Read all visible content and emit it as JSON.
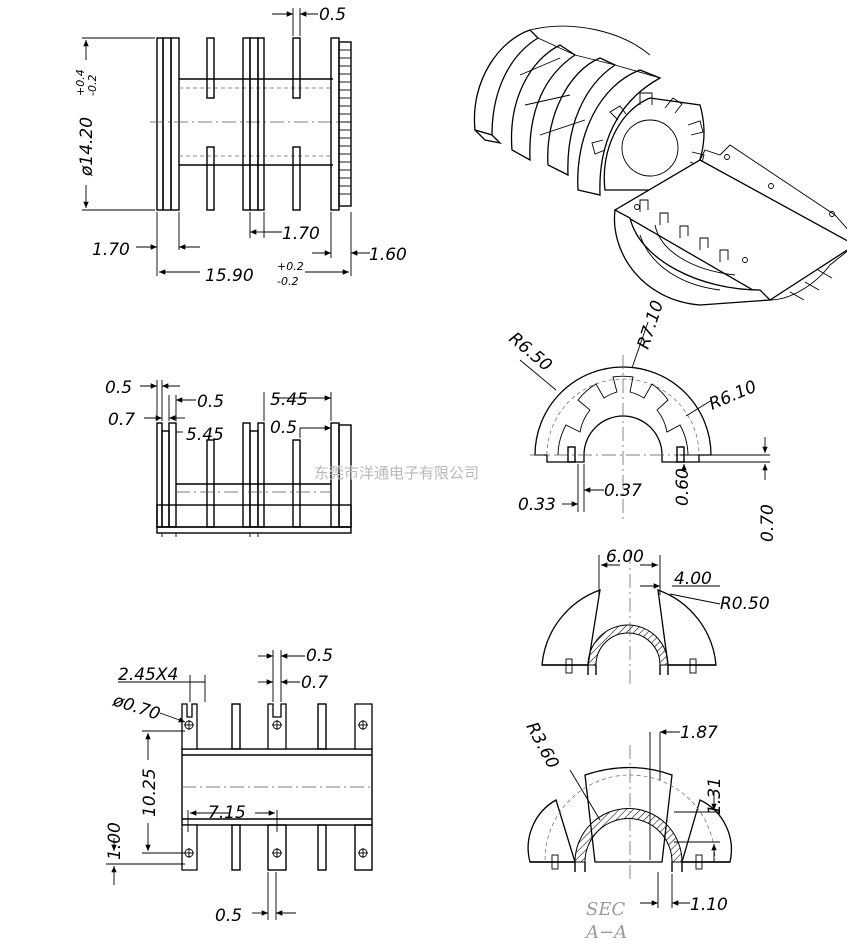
{
  "drawing": {
    "dimensions": {
      "front_view": {
        "slot_width": "0.5",
        "diameter": "ø14.20",
        "diameter_tol_upper": "+0.4",
        "diameter_tol_lower": "-0.2",
        "pitch": "1.70",
        "left_flange": "1.70",
        "right_flange": "1.60",
        "length": "15.90",
        "length_tol_upper": "+0.2",
        "length_tol_lower": "-0.2"
      },
      "side_view": {
        "a": "0.5",
        "b": "0.5",
        "c": "0.7",
        "d": "5.45",
        "e": "5.45",
        "f": "0.5"
      },
      "bottom_view": {
        "pin_pitch": "2.45X4",
        "pin_hole": "ø0.70",
        "slot_a": "0.5",
        "slot_b": "0.7",
        "height": "10.25",
        "offset": "1.00",
        "center": "7.15",
        "pin_width": "0.5"
      },
      "end_view": {
        "r1": "R6.50",
        "r2": "R7.10",
        "r3": "R6.10",
        "a": "0.33",
        "b": "0.37",
        "c": "0.60",
        "d": "0.70"
      },
      "section_top": {
        "width": "6.00",
        "depth": "4.00",
        "radius": "R0.50"
      },
      "section_bottom": {
        "radius": "R3.60",
        "wall": "1.87",
        "height": "1.31",
        "base": "1.10"
      }
    },
    "watermark": "东莞市洋通电子有限公司",
    "section_label_line1": "SEC",
    "section_label_line2": "A−A"
  }
}
